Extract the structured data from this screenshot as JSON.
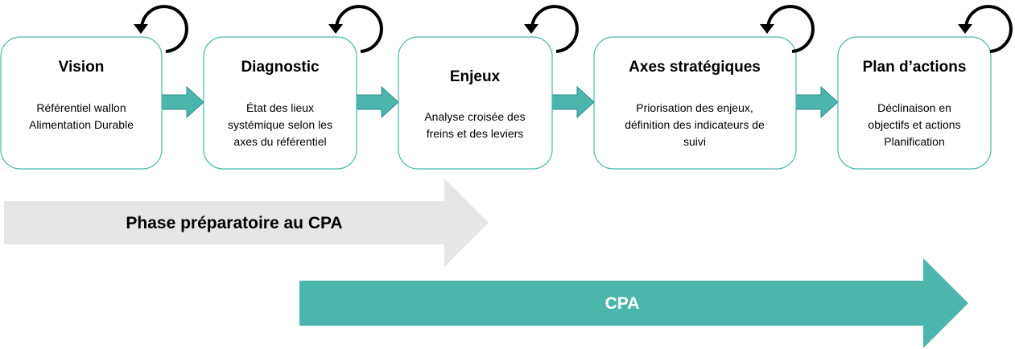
{
  "steps": [
    {
      "title": "Vision",
      "lines": [
        "Référentiel wallon",
        "Alimentation Durable"
      ]
    },
    {
      "title": "Diagnostic",
      "lines": [
        "État des lieux",
        "systémique selon les",
        "axes du référentiel"
      ]
    },
    {
      "title": "Enjeux",
      "lines": [
        "Analyse croisée des",
        "freins et des leviers"
      ]
    },
    {
      "title": "Axes stratégiques",
      "lines": [
        "Priorisation des enjeux,",
        "définition des indicateurs de",
        "suivi"
      ]
    },
    {
      "title": "Plan d’actions",
      "lines": [
        "Déclinaison en",
        "objectifs et actions",
        "Planification"
      ]
    }
  ],
  "phases": {
    "preparatory": "Phase préparatoire au CPA",
    "cpa": "CPA"
  },
  "colors": {
    "teal": "#4db6ac",
    "teal_dark": "#2e8f86",
    "grey": "#e6e6e6",
    "black": "#000000",
    "white": "#ffffff"
  },
  "icons": {
    "step_loop": "circular-arrow-icon",
    "step_connector": "right-arrow-icon"
  }
}
